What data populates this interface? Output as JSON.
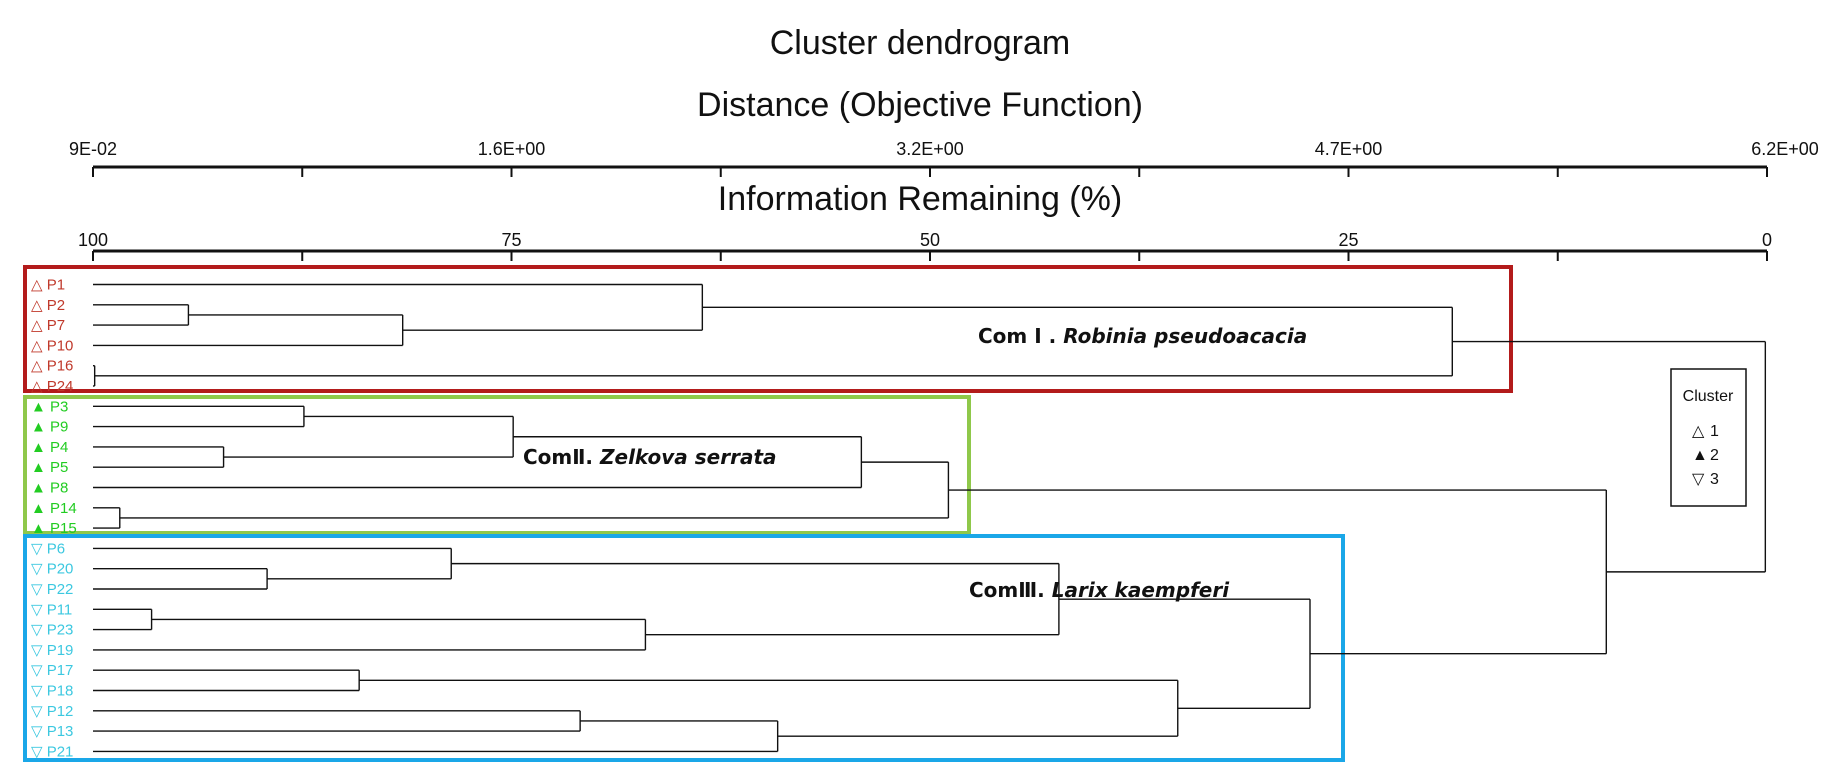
{
  "chart_data": {
    "type": "dendrogram",
    "title": "Cluster dendrogram",
    "top_axis": {
      "label": "Distance (Objective Function)",
      "ticks": [
        "9E-02",
        "1.6E+00",
        "3.2E+00",
        "4.7E+00",
        "6.2E+00"
      ],
      "range": [
        0.09,
        6.2
      ]
    },
    "second_axis": {
      "label": "Information Remaining (%)",
      "ticks": [
        "100",
        "75",
        "50",
        "25",
        "0"
      ],
      "range": [
        100,
        0
      ]
    },
    "legend": {
      "title": "Cluster",
      "placement": "right",
      "entries": [
        {
          "label": "1",
          "symbol": "△",
          "color": "#c0392b"
        },
        {
          "label": "2",
          "symbol": "▲",
          "color": "#22cc22"
        },
        {
          "label": "3",
          "symbol": "▽",
          "color": "#3cc8e0"
        }
      ]
    },
    "leaves": [
      {
        "label": "P1",
        "cluster": 1
      },
      {
        "label": "P2",
        "cluster": 1
      },
      {
        "label": "P7",
        "cluster": 1
      },
      {
        "label": "P10",
        "cluster": 1
      },
      {
        "label": "P16",
        "cluster": 1
      },
      {
        "label": "P24",
        "cluster": 1
      },
      {
        "label": "P3",
        "cluster": 2
      },
      {
        "label": "P9",
        "cluster": 2
      },
      {
        "label": "P4",
        "cluster": 2
      },
      {
        "label": "P5",
        "cluster": 2
      },
      {
        "label": "P8",
        "cluster": 2
      },
      {
        "label": "P14",
        "cluster": 2
      },
      {
        "label": "P15",
        "cluster": 2
      },
      {
        "label": "P6",
        "cluster": 3
      },
      {
        "label": "P20",
        "cluster": 3
      },
      {
        "label": "P22",
        "cluster": 3
      },
      {
        "label": "P11",
        "cluster": 3
      },
      {
        "label": "P23",
        "cluster": 3
      },
      {
        "label": "P19",
        "cluster": 3
      },
      {
        "label": "P17",
        "cluster": 3
      },
      {
        "label": "P18",
        "cluster": 3
      },
      {
        "label": "P12",
        "cluster": 3
      },
      {
        "label": "P13",
        "cluster": 3
      },
      {
        "label": "P21",
        "cluster": 3
      }
    ],
    "merges_info_remaining_pct": [
      {
        "a": "P2",
        "b": "P7",
        "height": 94.3
      },
      {
        "a": "P2+P7",
        "b": "P10",
        "height": 81.5
      },
      {
        "a": "P1",
        "b": "P2+P7+P10",
        "height": 63.6
      },
      {
        "a": "P16",
        "b": "P24",
        "height": 99.9
      },
      {
        "a": "P1+P2+P7+P10",
        "b": "P16+P24",
        "height": 18.8
      },
      {
        "a": "P3",
        "b": "P9",
        "height": 87.4
      },
      {
        "a": "P4",
        "b": "P5",
        "height": 92.2
      },
      {
        "a": "P3+P9",
        "b": "P4+P5",
        "height": 74.9
      },
      {
        "a": "P3+P9+P4+P5",
        "b": "P8",
        "height": 54.1
      },
      {
        "a": "P14",
        "b": "P15",
        "height": 98.4
      },
      {
        "a": "P3..P8",
        "b": "P14+P15",
        "height": 48.9
      },
      {
        "a": "P20",
        "b": "P22",
        "height": 89.6
      },
      {
        "a": "P6",
        "b": "P20+P22",
        "height": 78.6
      },
      {
        "a": "P11",
        "b": "P23",
        "height": 96.5
      },
      {
        "a": "P11+P23",
        "b": "P19",
        "height": 67.0
      },
      {
        "a": "P6+P20+P22",
        "b": "P11+P23+P19",
        "height": 42.3
      },
      {
        "a": "P17",
        "b": "P18",
        "height": 84.1
      },
      {
        "a": "P12",
        "b": "P13",
        "height": 70.9
      },
      {
        "a": "P12+P13",
        "b": "P21",
        "height": 59.1
      },
      {
        "a": "P17+P18",
        "b": "P12+P13+P21",
        "height": 35.2
      },
      {
        "a": "P6..P19",
        "b": "P17..P21",
        "height": 27.3
      },
      {
        "a": "Cluster 2",
        "b": "Cluster 3",
        "height": 9.6
      },
      {
        "a": "Cluster 1",
        "b": "Cluster 2+3",
        "height": 0.1
      }
    ],
    "communities": [
      {
        "prefix": "Com Ⅰ . ",
        "species": "Robinia pseudoacacia",
        "color": "#b31b1b",
        "cluster": 1
      },
      {
        "prefix": "ComⅡ. ",
        "species": "Zelkova serrata",
        "color": "#8fc84a",
        "cluster": 2
      },
      {
        "prefix": "ComⅢ. ",
        "species": "Larix kaempferi",
        "color": "#1aa7e8",
        "cluster": 3
      }
    ]
  }
}
